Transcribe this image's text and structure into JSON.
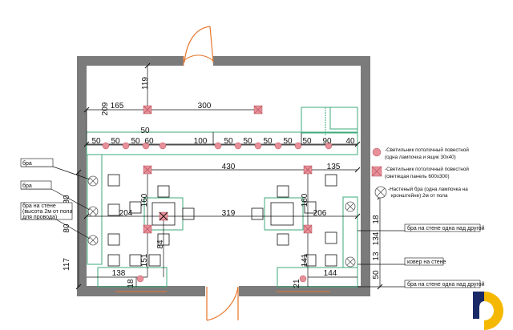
{
  "plan": {
    "dimensions": {
      "d119": "119",
      "d209": "209",
      "d165": "165",
      "d300": "300",
      "d50a": "50",
      "d50b": "50",
      "d50c": "50",
      "d50d": "50",
      "d60": "60",
      "d100": "100",
      "d50e": "50",
      "d50f": "50",
      "d50g": "50",
      "d50h": "50",
      "d50i": "50",
      "d90": "90",
      "d40": "40",
      "d430": "430",
      "d135": "135",
      "d160a": "160",
      "d160b": "160",
      "d204": "204",
      "d319": "319",
      "d206": "206",
      "d80a": "80",
      "d80b": "80",
      "d117": "117",
      "d84": "84",
      "d151": "151",
      "d141": "141",
      "d138": "138",
      "d18a": "18",
      "d21": "21",
      "d144": "144",
      "d18b": "18",
      "d134": "134",
      "d13": "13",
      "d50v": "50"
    },
    "side_labels": {
      "bra1": "бра",
      "bra2": "бра",
      "bra_wall_l1": "бра на стене",
      "bra_wall_l2": "(высота 2м от пола",
      "bra_wall_l3": "для провода)"
    },
    "callouts": {
      "c1": "бра на стене одна над другой",
      "c2": "ковер на стене",
      "c3": "бра на стене одна над другой"
    },
    "legend": {
      "item1_line1": "-Светильник потолочный повестной",
      "item1_line2": "(одна лампочка и ящик 30х40)",
      "item2_line1": "-Светильник потолочный повестной",
      "item2_line2": "(светящая панель 600х300)",
      "item3_line1": "-Настеный бра (одна лампочка на",
      "item3_line2": "кронштейне) 2м от пола"
    }
  },
  "colors": {
    "wall": "#7b7b7b",
    "fixture": "#e8909a",
    "furniture": "#3daa7a",
    "door": "#e8762b",
    "logo_yellow": "#f5b800",
    "logo_navy": "#1a2a66"
  }
}
